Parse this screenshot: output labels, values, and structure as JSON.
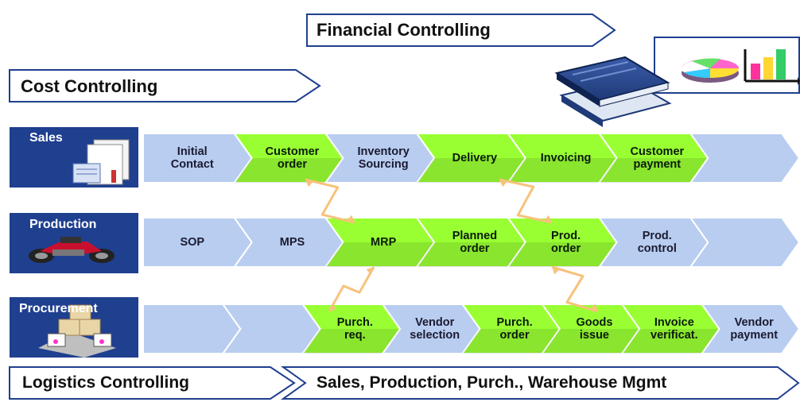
{
  "banners": {
    "financial": "Financial Controlling",
    "cost": "Cost Controlling",
    "logistics": "Logistics Controlling",
    "logistics_scope": "Sales, Production, Purch., Warehouse Mgmt"
  },
  "rows": [
    {
      "label": "Sales",
      "picture": "documents-icon",
      "steps": [
        {
          "label": "Initial\nContact",
          "color": "blue"
        },
        {
          "label": "Customer\norder",
          "color": "green"
        },
        {
          "label": "Inventory\nSourcing",
          "color": "blue"
        },
        {
          "label": "Delivery",
          "color": "green"
        },
        {
          "label": "Invoicing",
          "color": "green"
        },
        {
          "label": "Customer\npayment",
          "color": "green"
        },
        {
          "label": "",
          "color": "blue"
        }
      ]
    },
    {
      "label": "Production",
      "picture": "motorcycle-icon",
      "steps": [
        {
          "label": "SOP",
          "color": "blue"
        },
        {
          "label": "MPS",
          "color": "blue"
        },
        {
          "label": "MRP",
          "color": "green"
        },
        {
          "label": "Planned\norder",
          "color": "green"
        },
        {
          "label": "Prod.\norder",
          "color": "green"
        },
        {
          "label": "Prod.\ncontrol",
          "color": "blue"
        },
        {
          "label": "",
          "color": "blue"
        }
      ]
    },
    {
      "label": "Procurement",
      "picture": "warehouse-boxes-icon",
      "steps": [
        {
          "label": "",
          "color": "blue"
        },
        {
          "label": "",
          "color": "blue"
        },
        {
          "label": "Purch.\nreq.",
          "color": "green"
        },
        {
          "label": "Vendor\nselection",
          "color": "blue"
        },
        {
          "label": "Purch.\norder",
          "color": "green"
        },
        {
          "label": "Goods\nissue",
          "color": "green"
        },
        {
          "label": "Invoice\nverificat.",
          "color": "green"
        },
        {
          "label": "Vendor\npayment",
          "color": "blue"
        }
      ]
    }
  ],
  "colors": {
    "green": "#99ff33",
    "blue": "#b8cdf0",
    "row_label_bg": "#1f3f8f",
    "lightning": "#f7c27a",
    "banner_border": "#1f3f8f"
  },
  "decorations": {
    "books": "books-icon",
    "pie": "pie-chart-icon",
    "bars": "bar-chart-icon"
  }
}
